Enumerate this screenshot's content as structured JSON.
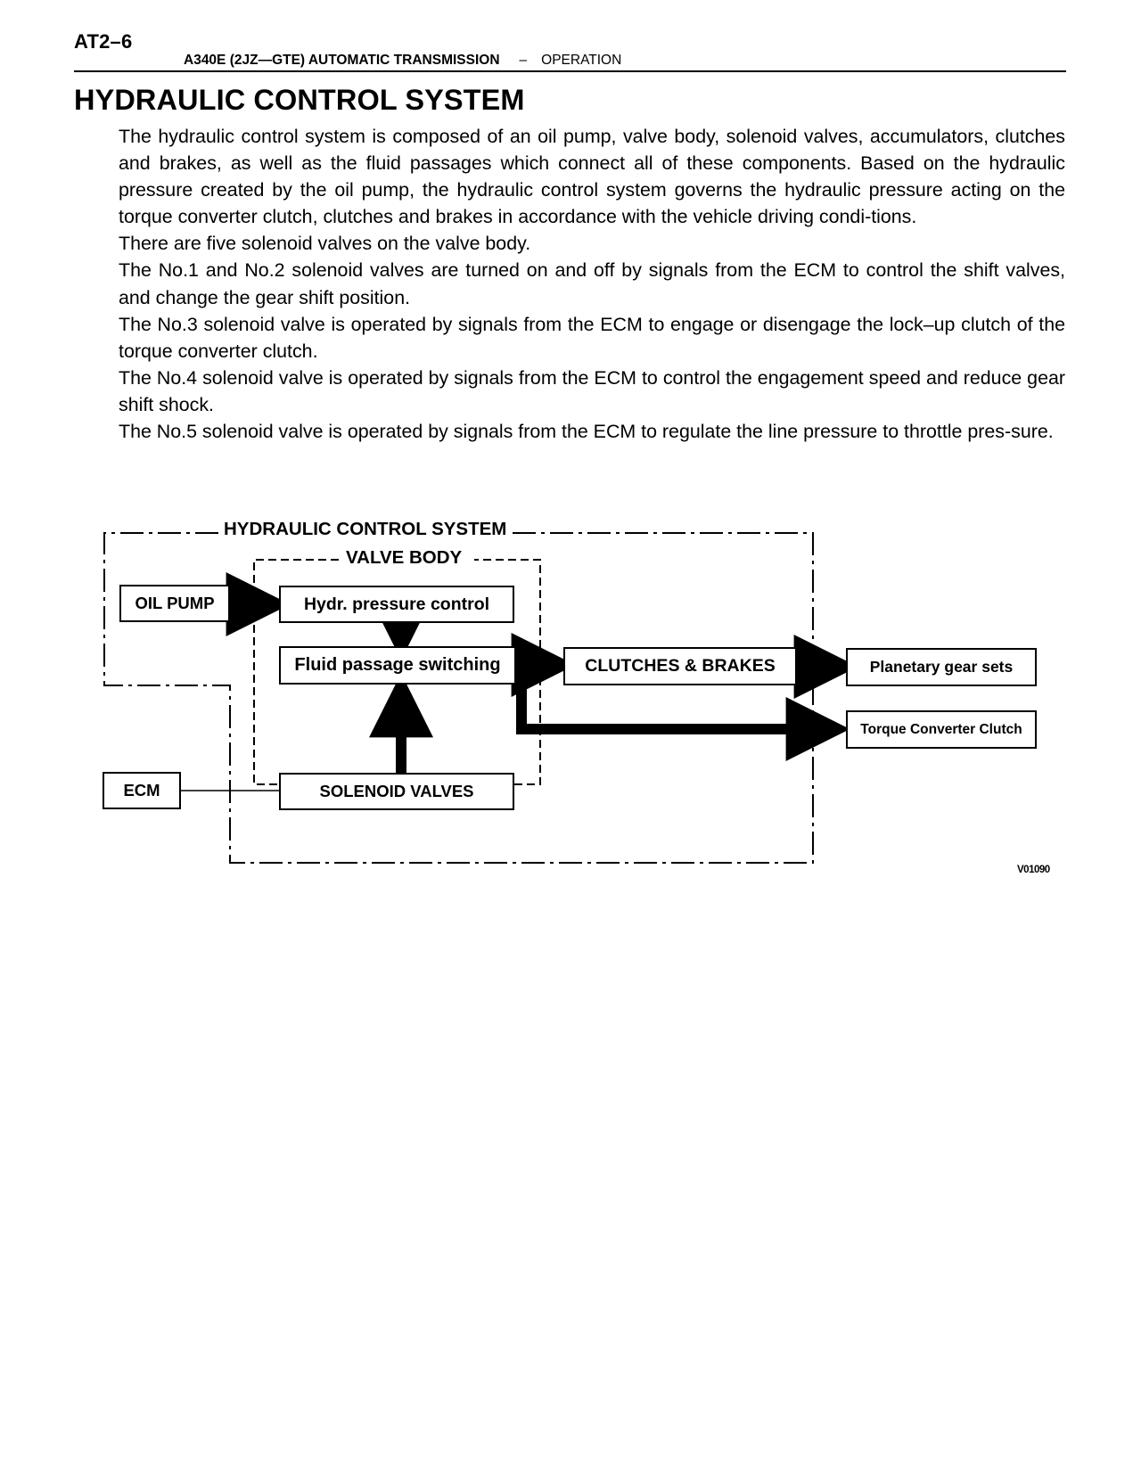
{
  "header": {
    "page_number": "AT2–6",
    "model_title": "A340E (2JZ—GTE) AUTOMATIC TRANSMISSION",
    "separator": "–",
    "section": "OPERATION"
  },
  "section_title": "HYDRAULIC CONTROL SYSTEM",
  "paragraphs": [
    "The hydraulic control system is composed of an oil pump, valve body, solenoid valves, accumulators, clutches and brakes, as well as the fluid passages which connect all of these components. Based on the hydraulic pressure created by the oil pump, the hydraulic control system governs the hydraulic pressure acting on the torque converter clutch, clutches and brakes in accordance with the vehicle driving condi-­tions.",
    "There are five solenoid valves on the valve body.",
    "The No.1 and No.2 solenoid valves are turned on and off by signals from the ECM to control the shift valves, and change the gear shift position.",
    "The No.3 solenoid valve is operated by signals from the ECM to engage or disengage the lock–up clutch of the torque converter clutch.",
    "The No.4 solenoid valve is operated by signals from the ECM to control the engagement speed and reduce gear shift shock.",
    "The No.5 solenoid valve is operated by signals from the ECM to regulate the line pressure to throttle pres-­sure."
  ],
  "diagram": {
    "outer_label": "HYDRAULIC CONTROL SYSTEM",
    "valve_body_label": "VALVE BODY",
    "boxes": {
      "oil_pump": "OIL PUMP",
      "hydr_pressure_control": "Hydr. pressure control",
      "fluid_passage_switching": "Fluid passage switching",
      "clutches_brakes": "CLUTCHES & BRAKES",
      "planetary_gear_sets": "Planetary gear sets",
      "torque_converter_clutch": "Torque Converter Clutch",
      "ecm": "ECM",
      "solenoid_valves": "SOLENOID VALVES"
    },
    "figure_code": "V01090"
  }
}
